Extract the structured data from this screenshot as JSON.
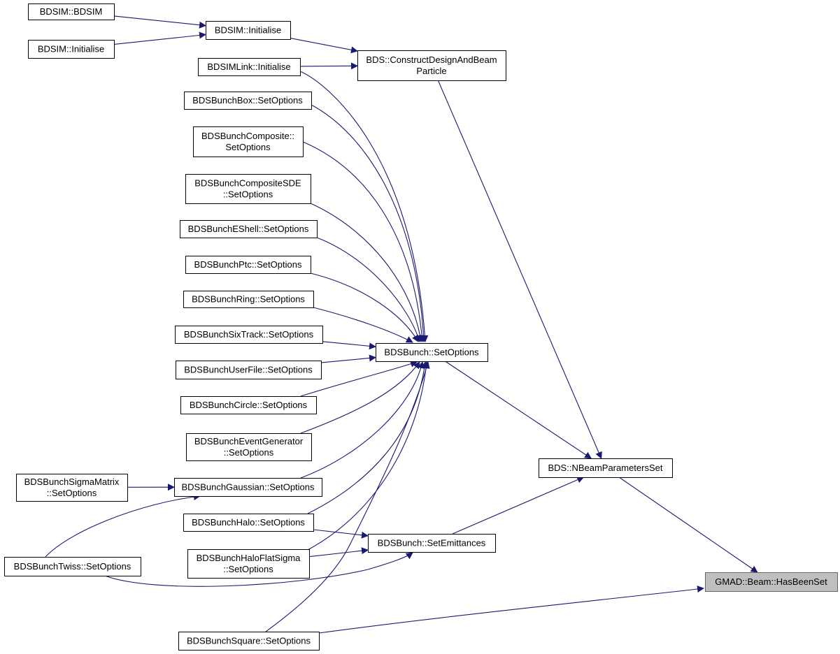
{
  "graph": {
    "focus": "n_gmad_hasbeenset",
    "edge_color": "#191970",
    "focus_fill": "#bfbfbf",
    "nodes": [
      {
        "id": "n_bdsim_bdsim",
        "lines": [
          "BDSIM::BDSIM"
        ]
      },
      {
        "id": "n_bdsim_initialise_a",
        "lines": [
          "BDSIM::Initialise"
        ]
      },
      {
        "id": "n_bdsim_initialise_b",
        "lines": [
          "BDSIM::Initialise"
        ]
      },
      {
        "id": "n_bdsimlink_initialise",
        "lines": [
          "BDSIMLink::Initialise"
        ]
      },
      {
        "id": "n_bds_construct",
        "lines": [
          "BDS::ConstructDesignAndBeam",
          "Particle"
        ]
      },
      {
        "id": "n_box",
        "lines": [
          "BDSBunchBox::SetOptions"
        ]
      },
      {
        "id": "n_composite",
        "lines": [
          "BDSBunchComposite::",
          "SetOptions"
        ]
      },
      {
        "id": "n_compositesde",
        "lines": [
          "BDSBunchCompositeSDE",
          "::SetOptions"
        ]
      },
      {
        "id": "n_eshell",
        "lines": [
          "BDSBunchEShell::SetOptions"
        ]
      },
      {
        "id": "n_ptc",
        "lines": [
          "BDSBunchPtc::SetOptions"
        ]
      },
      {
        "id": "n_ring",
        "lines": [
          "BDSBunchRing::SetOptions"
        ]
      },
      {
        "id": "n_sixtrack",
        "lines": [
          "BDSBunchSixTrack::SetOptions"
        ]
      },
      {
        "id": "n_userfile",
        "lines": [
          "BDSBunchUserFile::SetOptions"
        ]
      },
      {
        "id": "n_circle",
        "lines": [
          "BDSBunchCircle::SetOptions"
        ]
      },
      {
        "id": "n_eventgen",
        "lines": [
          "BDSBunchEventGenerator",
          "::SetOptions"
        ]
      },
      {
        "id": "n_sigmamatrix",
        "lines": [
          "BDSBunchSigmaMatrix",
          "::SetOptions"
        ]
      },
      {
        "id": "n_gaussian",
        "lines": [
          "BDSBunchGaussian::SetOptions"
        ]
      },
      {
        "id": "n_halo",
        "lines": [
          "BDSBunchHalo::SetOptions"
        ]
      },
      {
        "id": "n_twiss",
        "lines": [
          "BDSBunchTwiss::SetOptions"
        ]
      },
      {
        "id": "n_haloflat",
        "lines": [
          "BDSBunchHaloFlatSigma",
          "::SetOptions"
        ]
      },
      {
        "id": "n_square",
        "lines": [
          "BDSBunchSquare::SetOptions"
        ]
      },
      {
        "id": "n_bdsbunch_setoptions",
        "lines": [
          "BDSBunch::SetOptions"
        ]
      },
      {
        "id": "n_bdsbunch_setemittances",
        "lines": [
          "BDSBunch::SetEmittances"
        ]
      },
      {
        "id": "n_nbeamparams",
        "lines": [
          "BDS::NBeamParametersSet"
        ]
      },
      {
        "id": "n_gmad_hasbeenset",
        "lines": [
          "GMAD::Beam::HasBeenSet"
        ]
      }
    ],
    "edges": [
      {
        "from": "n_bdsim_bdsim",
        "to": "n_bdsim_initialise_a"
      },
      {
        "from": "n_bdsim_initialise_b",
        "to": "n_bdsim_initialise_a"
      },
      {
        "from": "n_bdsim_initialise_a",
        "to": "n_bds_construct"
      },
      {
        "from": "n_bdsimlink_initialise",
        "to": "n_bds_construct"
      },
      {
        "from": "n_bdsimlink_initialise",
        "to": "n_bdsbunch_setoptions"
      },
      {
        "from": "n_box",
        "to": "n_bdsbunch_setoptions"
      },
      {
        "from": "n_composite",
        "to": "n_bdsbunch_setoptions"
      },
      {
        "from": "n_compositesde",
        "to": "n_bdsbunch_setoptions"
      },
      {
        "from": "n_eshell",
        "to": "n_bdsbunch_setoptions"
      },
      {
        "from": "n_ptc",
        "to": "n_bdsbunch_setoptions"
      },
      {
        "from": "n_ring",
        "to": "n_bdsbunch_setoptions"
      },
      {
        "from": "n_sixtrack",
        "to": "n_bdsbunch_setoptions"
      },
      {
        "from": "n_userfile",
        "to": "n_bdsbunch_setoptions"
      },
      {
        "from": "n_circle",
        "to": "n_bdsbunch_setoptions"
      },
      {
        "from": "n_eventgen",
        "to": "n_bdsbunch_setoptions"
      },
      {
        "from": "n_gaussian",
        "to": "n_bdsbunch_setoptions"
      },
      {
        "from": "n_halo",
        "to": "n_bdsbunch_setoptions"
      },
      {
        "from": "n_haloflat",
        "to": "n_bdsbunch_setoptions"
      },
      {
        "from": "n_square",
        "to": "n_bdsbunch_setoptions"
      },
      {
        "from": "n_sigmamatrix",
        "to": "n_gaussian"
      },
      {
        "from": "n_twiss",
        "to": "n_gaussian"
      },
      {
        "from": "n_halo",
        "to": "n_bdsbunch_setemittances"
      },
      {
        "from": "n_haloflat",
        "to": "n_bdsbunch_setemittances"
      },
      {
        "from": "n_twiss",
        "to": "n_bdsbunch_setemittances"
      },
      {
        "from": "n_bds_construct",
        "to": "n_nbeamparams"
      },
      {
        "from": "n_bdsbunch_setoptions",
        "to": "n_nbeamparams"
      },
      {
        "from": "n_bdsbunch_setemittances",
        "to": "n_nbeamparams"
      },
      {
        "from": "n_nbeamparams",
        "to": "n_gmad_hasbeenset"
      },
      {
        "from": "n_square",
        "to": "n_gmad_hasbeenset"
      }
    ]
  }
}
